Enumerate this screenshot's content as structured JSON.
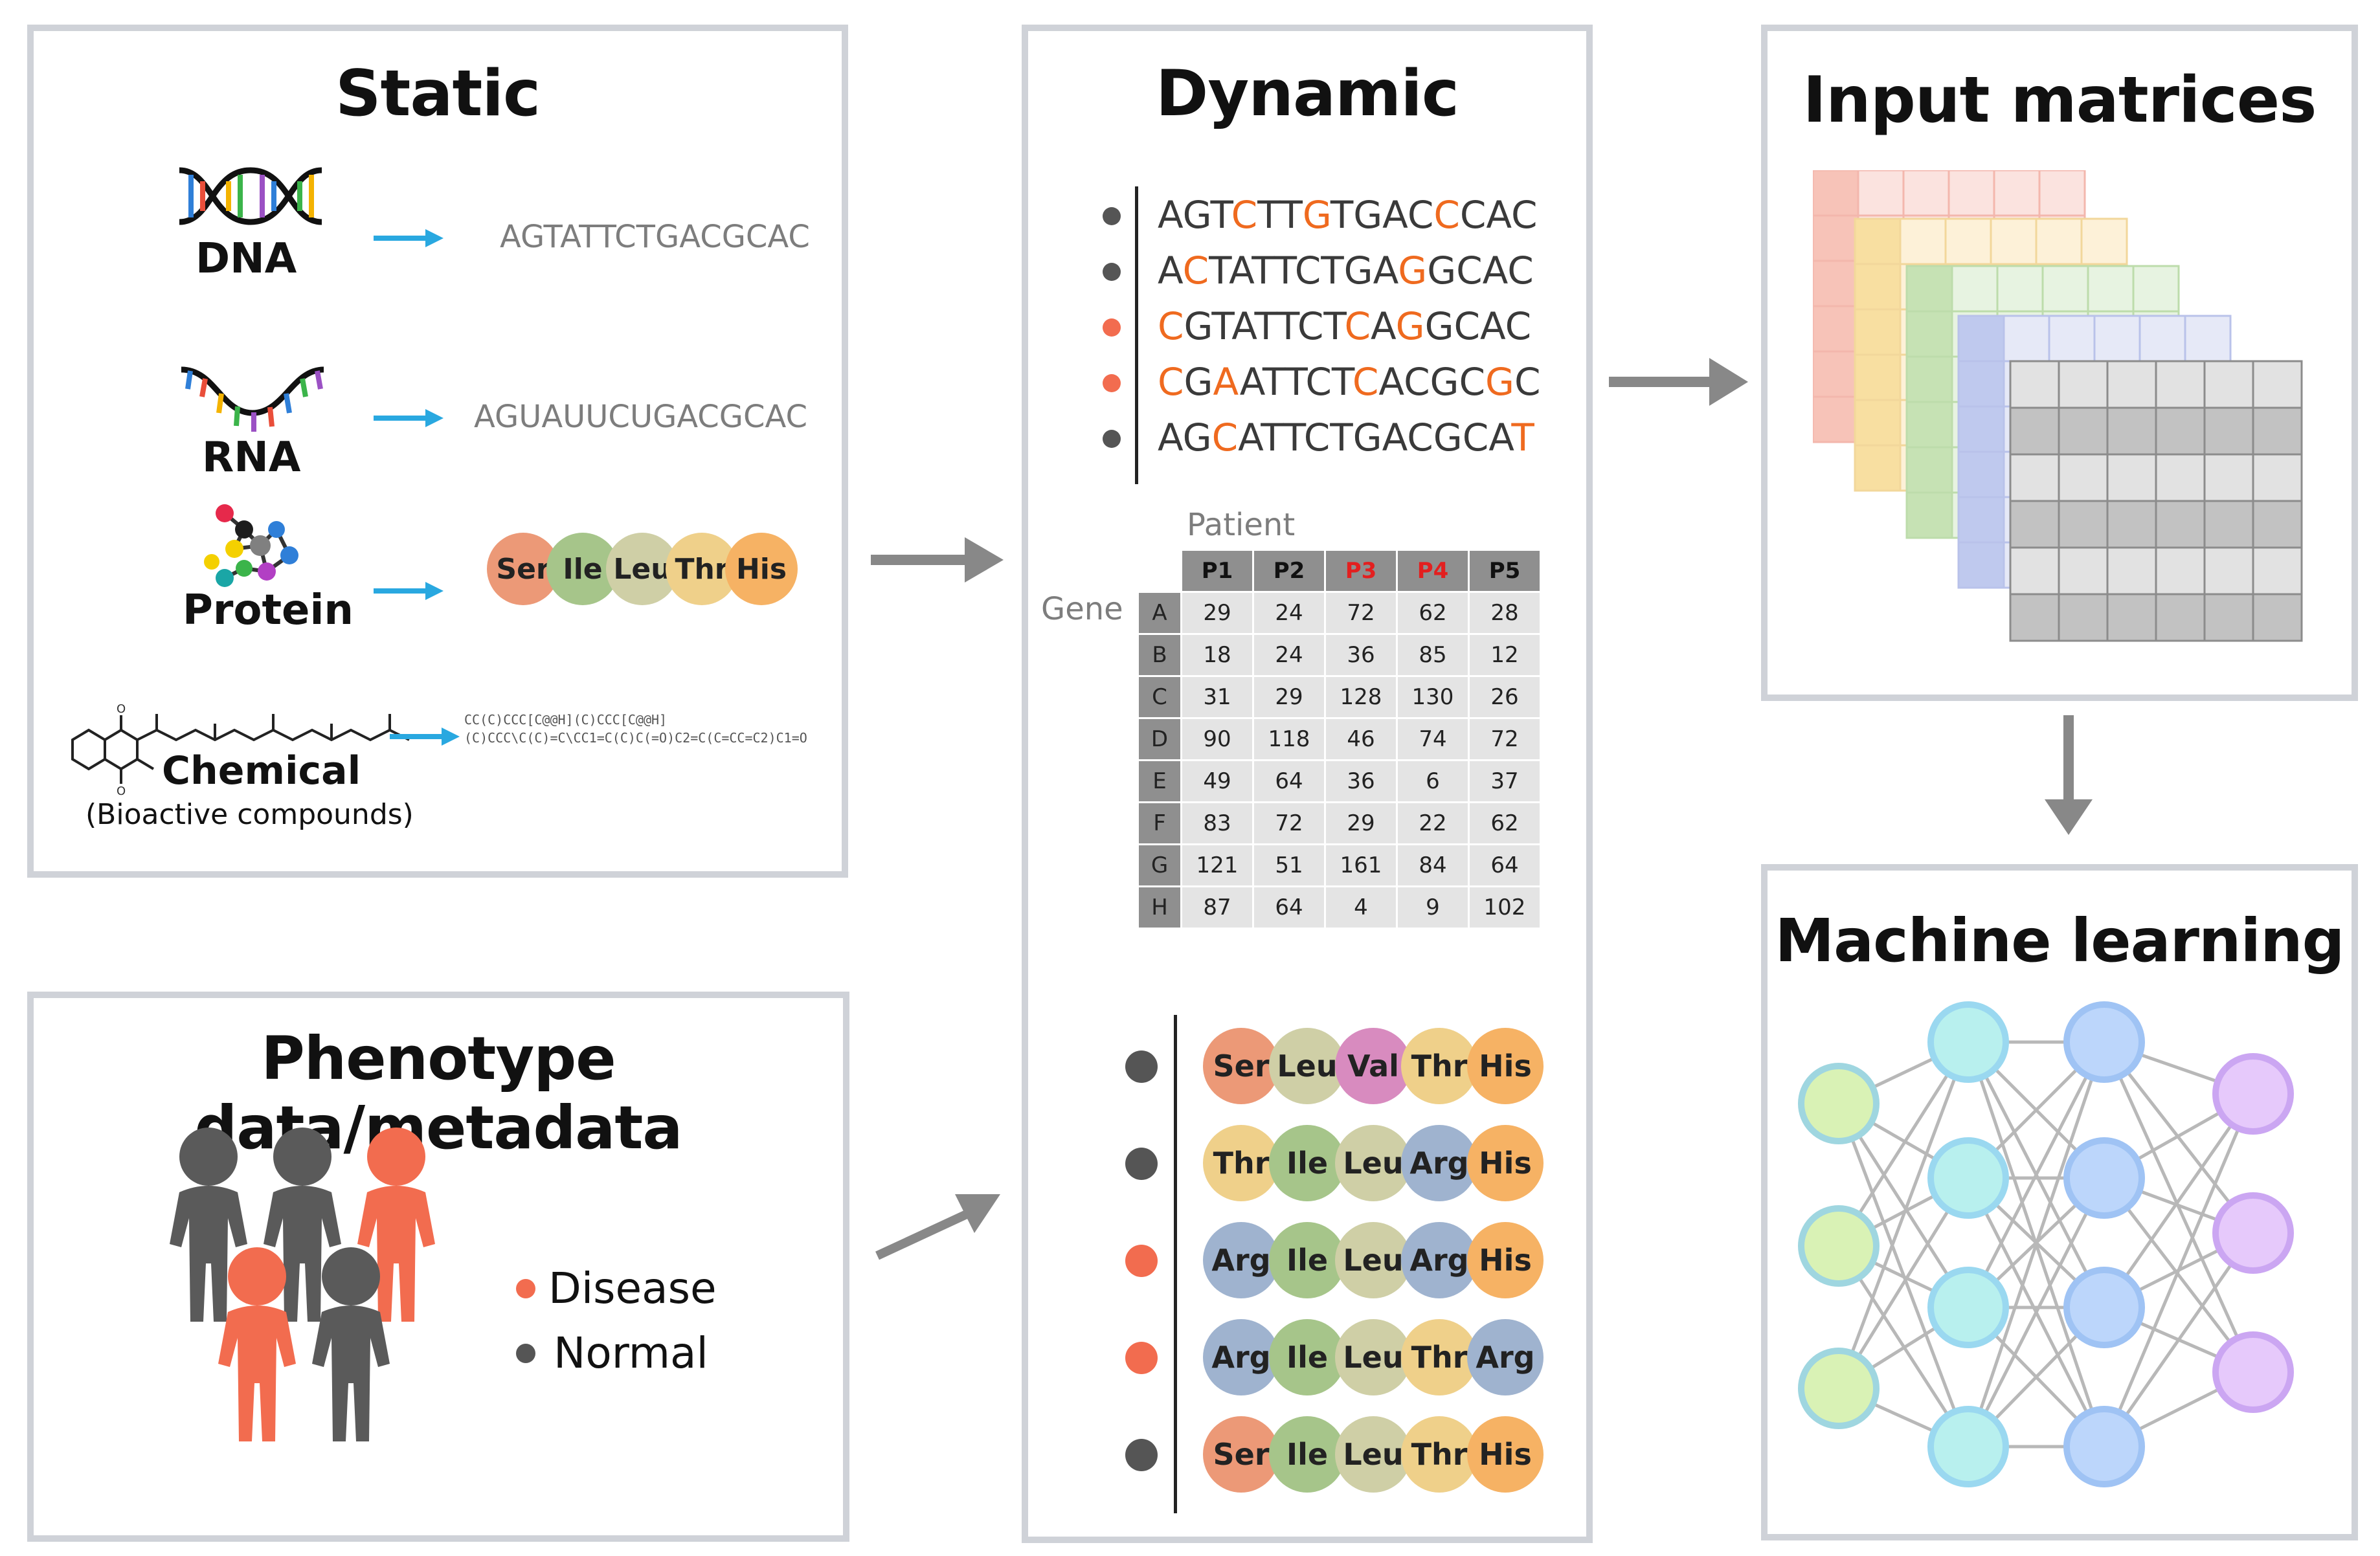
{
  "static": {
    "title": "Static",
    "dna": {
      "label": "DNA",
      "sequence": "AGTATTCTGACGCAC"
    },
    "rna": {
      "label": "RNA",
      "sequence": "AGUAUUCUGACGCAC"
    },
    "protein": {
      "label": "Protein",
      "residues": [
        "Ser",
        "Ile",
        "Leu",
        "Thr",
        "His"
      ]
    },
    "chemical": {
      "label": "Chemical",
      "sublabel": "(Bioactive compounds)",
      "smiles_line1": "CC(C)CCC[C@@H](C)CCC[C@@H]",
      "smiles_line2": "(C)CCC\\C(C)=C\\CC1=C(C)C(=O)C2=C(C=CC=C2)C1=O"
    }
  },
  "phenotype": {
    "title": "Phenotype data/metadata",
    "legend": [
      {
        "label": "Disease",
        "color": "#f26c4f"
      },
      {
        "label": "Normal",
        "color": "#555555"
      }
    ],
    "people": [
      {
        "status": "Normal",
        "color": "#5a5a5a"
      },
      {
        "status": "Normal",
        "color": "#5a5a5a"
      },
      {
        "status": "Disease",
        "color": "#f26c4f"
      },
      {
        "status": "Disease",
        "color": "#f26c4f"
      },
      {
        "status": "Normal",
        "color": "#5a5a5a"
      }
    ]
  },
  "dynamic": {
    "title": "Dynamic",
    "sequences": [
      {
        "dot_color": "#555555",
        "bases": [
          [
            "AGT",
            0
          ],
          [
            "C",
            1
          ],
          [
            "TT",
            0
          ],
          [
            "G",
            1
          ],
          [
            "TGAC",
            0
          ],
          [
            "C",
            1
          ],
          [
            "CAC",
            0
          ]
        ]
      },
      {
        "dot_color": "#555555",
        "bases": [
          [
            "A",
            0
          ],
          [
            "C",
            1
          ],
          [
            "TATTCTGA",
            0
          ],
          [
            "G",
            1
          ],
          [
            "GCAC",
            0
          ]
        ]
      },
      {
        "dot_color": "#f26c4f",
        "bases": [
          [
            "C",
            1
          ],
          [
            "GTATTCT",
            0
          ],
          [
            "C",
            1
          ],
          [
            "A",
            0
          ],
          [
            "G",
            1
          ],
          [
            "GCAC",
            0
          ]
        ]
      },
      {
        "dot_color": "#f26c4f",
        "bases": [
          [
            "C",
            1
          ],
          [
            "G",
            0
          ],
          [
            "A",
            1
          ],
          [
            "ATTCT",
            0
          ],
          [
            "C",
            1
          ],
          [
            "ACGC",
            0
          ],
          [
            "G",
            1
          ],
          [
            "C",
            0
          ]
        ]
      },
      {
        "dot_color": "#555555",
        "bases": [
          [
            "AG",
            0
          ],
          [
            "C",
            1
          ],
          [
            "ATTCTGACGCA",
            0
          ],
          [
            "T",
            1
          ]
        ]
      }
    ],
    "table": {
      "col_title": "Patient",
      "row_title": "Gene",
      "columns": [
        {
          "label": "P1",
          "highlight": false
        },
        {
          "label": "P2",
          "highlight": false
        },
        {
          "label": "P3",
          "highlight": true
        },
        {
          "label": "P4",
          "highlight": true
        },
        {
          "label": "P5",
          "highlight": false
        }
      ],
      "rows": [
        {
          "gene": "A",
          "values": [
            "29",
            "24",
            "72",
            "62",
            "28"
          ]
        },
        {
          "gene": "B",
          "values": [
            "18",
            "24",
            "36",
            "85",
            "12"
          ]
        },
        {
          "gene": "C",
          "values": [
            "31",
            "29",
            "128",
            "130",
            "26"
          ]
        },
        {
          "gene": "D",
          "values": [
            "90",
            "118",
            "46",
            "74",
            "72"
          ]
        },
        {
          "gene": "E",
          "values": [
            "49",
            "64",
            "36",
            "6",
            "37"
          ]
        },
        {
          "gene": "F",
          "values": [
            "83",
            "72",
            "29",
            "22",
            "62"
          ]
        },
        {
          "gene": "G",
          "values": [
            "121",
            "51",
            "161",
            "84",
            "64"
          ]
        },
        {
          "gene": "H",
          "values": [
            "87",
            "64",
            "4",
            "9",
            "102"
          ]
        }
      ]
    },
    "proteins": [
      {
        "dot_color": "#555555",
        "residues": [
          "Ser",
          "Leu",
          "Val",
          "Thr",
          "His"
        ]
      },
      {
        "dot_color": "#555555",
        "residues": [
          "Thr",
          "Ile",
          "Leu",
          "Arg",
          "His"
        ]
      },
      {
        "dot_color": "#f26c4f",
        "residues": [
          "Arg",
          "Ile",
          "Leu",
          "Arg",
          "His"
        ]
      },
      {
        "dot_color": "#f26c4f",
        "residues": [
          "Arg",
          "Ile",
          "Leu",
          "Thr",
          "Arg"
        ]
      },
      {
        "dot_color": "#555555",
        "residues": [
          "Ser",
          "Ile",
          "Leu",
          "Thr",
          "His"
        ]
      }
    ],
    "residue_colors": {
      "Ser": "#ec9977",
      "Ile": "#a6c58a",
      "Leu": "#cfcfa6",
      "Thr": "#efd08a",
      "His": "#f6b264",
      "Val": "#d88bbf",
      "Arg": "#9fb3cf"
    }
  },
  "input": {
    "title": "Input matrices"
  },
  "ml": {
    "title": "Machine learning"
  }
}
